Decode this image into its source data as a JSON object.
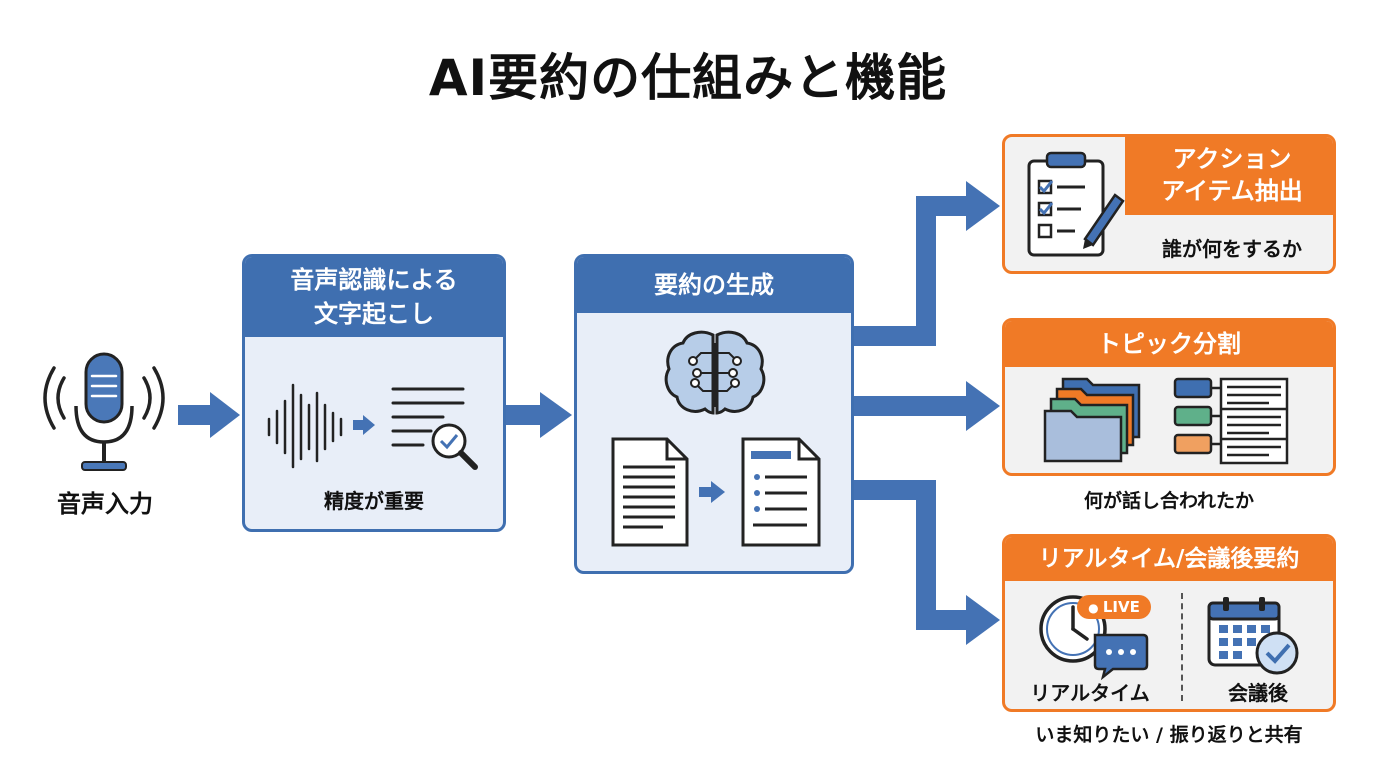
{
  "title": "AI要約の仕組みと機能",
  "input": {
    "label": "音声入力"
  },
  "transcription": {
    "title_line1": "音声認識による",
    "title_line2": "文字起こし",
    "caption": "精度が重要"
  },
  "summary": {
    "title": "要約の生成"
  },
  "action_items": {
    "title_line1": "アクション",
    "title_line2": "アイテム抽出",
    "caption": "誰が何をするか"
  },
  "topics": {
    "title": "トピック分割",
    "caption": "何が話し合われたか"
  },
  "timing": {
    "title": "リアルタイム/会議後要約",
    "live_badge": "LIVE",
    "realtime_label": "リアルタイム",
    "after_label": "会議後",
    "caption": "いま知りたい / 振り返りと共有"
  },
  "colors": {
    "blue": "#3f6fb0",
    "light_blue": "#e8eef8",
    "orange": "#f07a26",
    "arrow": "#4472b4"
  }
}
